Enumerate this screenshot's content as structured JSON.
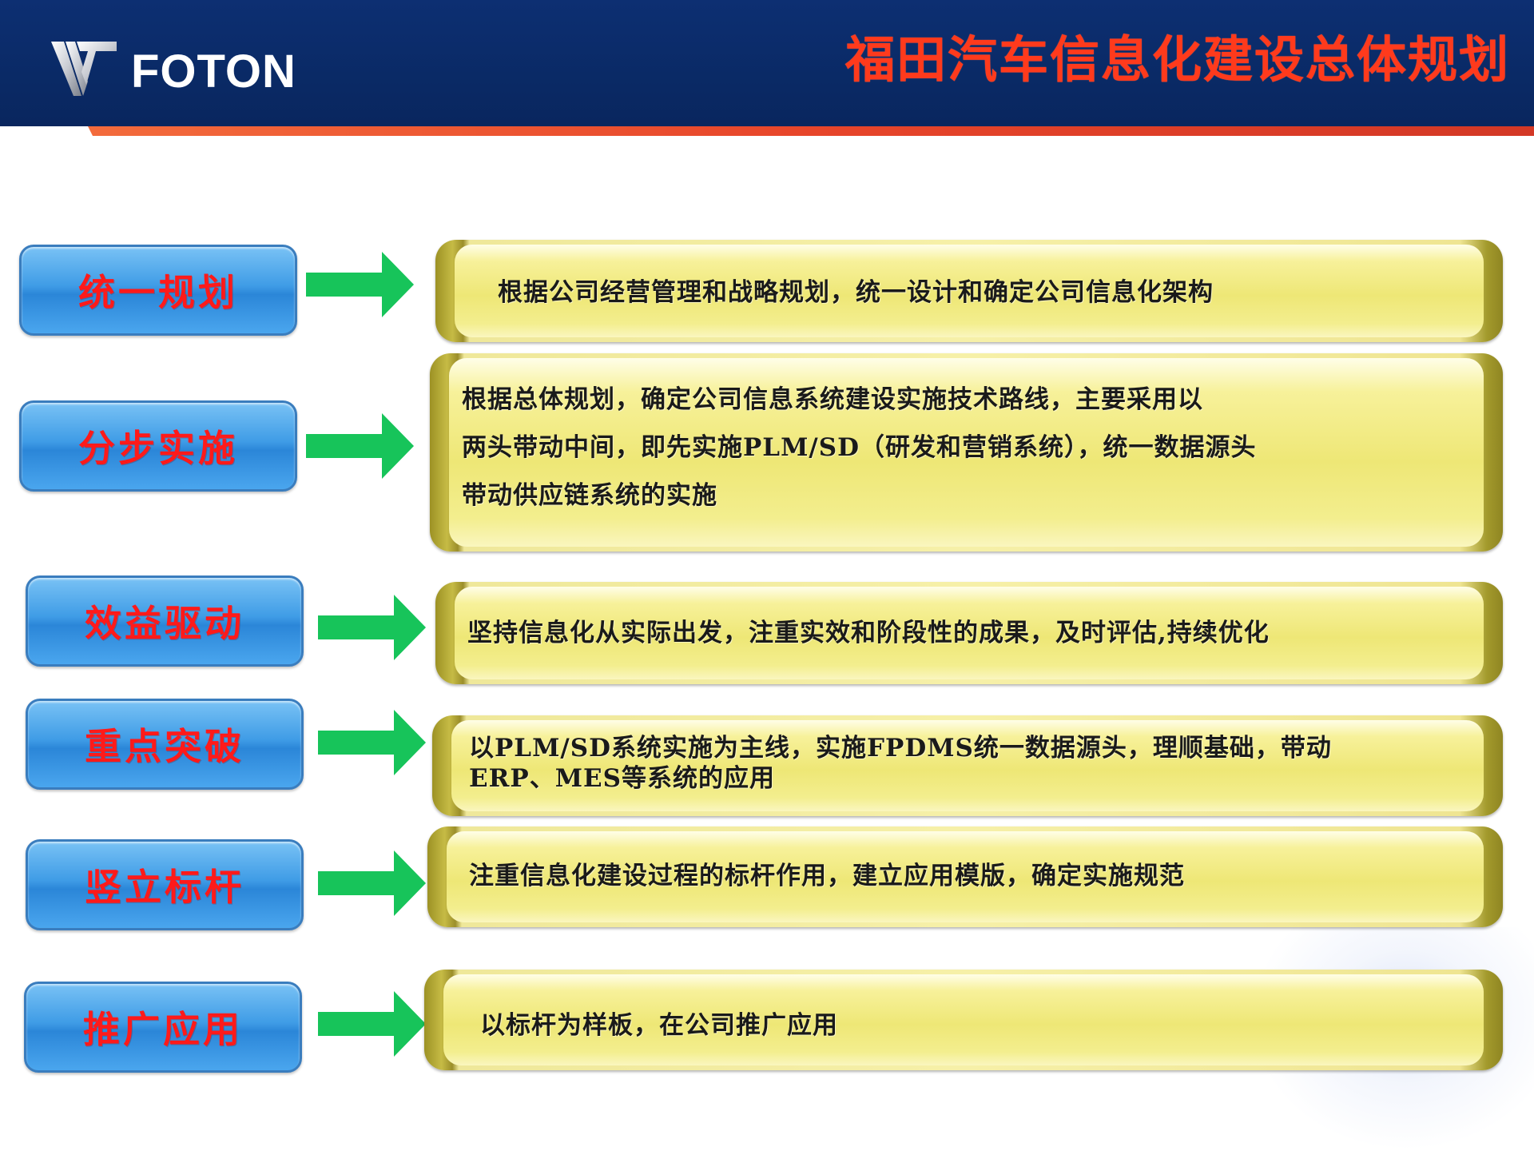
{
  "header": {
    "logo_text": "FOTON",
    "title": "福田汽车信息化建设总体规划"
  },
  "rows": [
    {
      "label": "统一规划",
      "lines": [
        "根据公司经营管理和战略规划，统一设计和确定公司信息化架构"
      ]
    },
    {
      "label": "分步实施",
      "lines": [
        "根据总体规划，确定公司信息系统建设实施技术路线，主要采用以",
        "两头带动中间，即先实施PLM/SD（研发和营销系统），统一数据源头",
        "带动供应链系统的实施"
      ]
    },
    {
      "label": "效益驱动",
      "lines": [
        "坚持信息化从实际出发，注重实效和阶段性的成果，及时评估,持续优化"
      ]
    },
    {
      "label": "重点突破",
      "lines": [
        "以PLM/SD系统实施为主线，实施FPDMS统一数据源头，理顺基础，带动",
        "ERP、MES等系统的应用"
      ]
    },
    {
      "label": "竖立标杆",
      "lines": [
        "注重信息化建设过程的标杆作用，建立应用模版，确定实施规范"
      ]
    },
    {
      "label": "推广应用",
      "lines": [
        "以标杆为样板，在公司推广应用"
      ]
    }
  ],
  "colors": {
    "header_bg": "#0a2a66",
    "title": "#ff3a1c",
    "label_text": "#ff1a1a",
    "label_bg": "#3f9ce6",
    "arrow": "#17c45a",
    "desc_bg": "#eee776"
  }
}
